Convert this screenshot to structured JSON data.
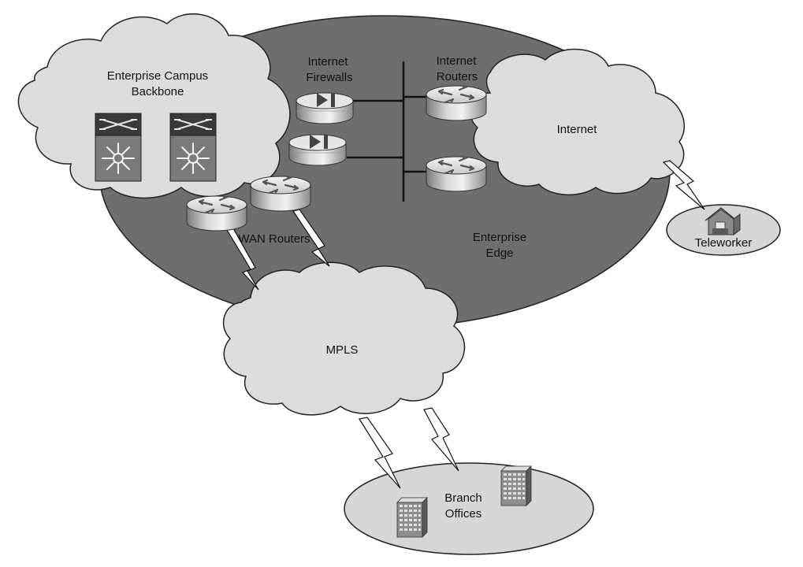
{
  "labels": {
    "campus_line1": "Enterprise Campus",
    "campus_line2": "Backbone",
    "firewalls_line1": "Internet",
    "firewalls_line2": "Firewalls",
    "routers_line1": "Internet",
    "routers_line2": "Routers",
    "internet": "Internet",
    "wan_routers": "WAN Routers",
    "edge_line1": "Enterprise",
    "edge_line2": "Edge",
    "mpls": "MPLS",
    "teleworker": "Teleworker",
    "branch_line1": "Branch",
    "branch_line2": "Offices"
  },
  "icons": {
    "switch": "layer3-switch-icon",
    "firewall": "firewall-icon",
    "router": "router-icon",
    "house": "house-icon",
    "building": "office-building-icon",
    "link": "wan-serial-link-icon"
  },
  "colors": {
    "edge_fill": "#6e6e6e",
    "cloud_fill": "#dcdcdc",
    "ellipse_fill": "#d6d6d6",
    "outline": "#222222",
    "device_light": "#e8e8e8",
    "device_dark": "#8c8c8c"
  }
}
